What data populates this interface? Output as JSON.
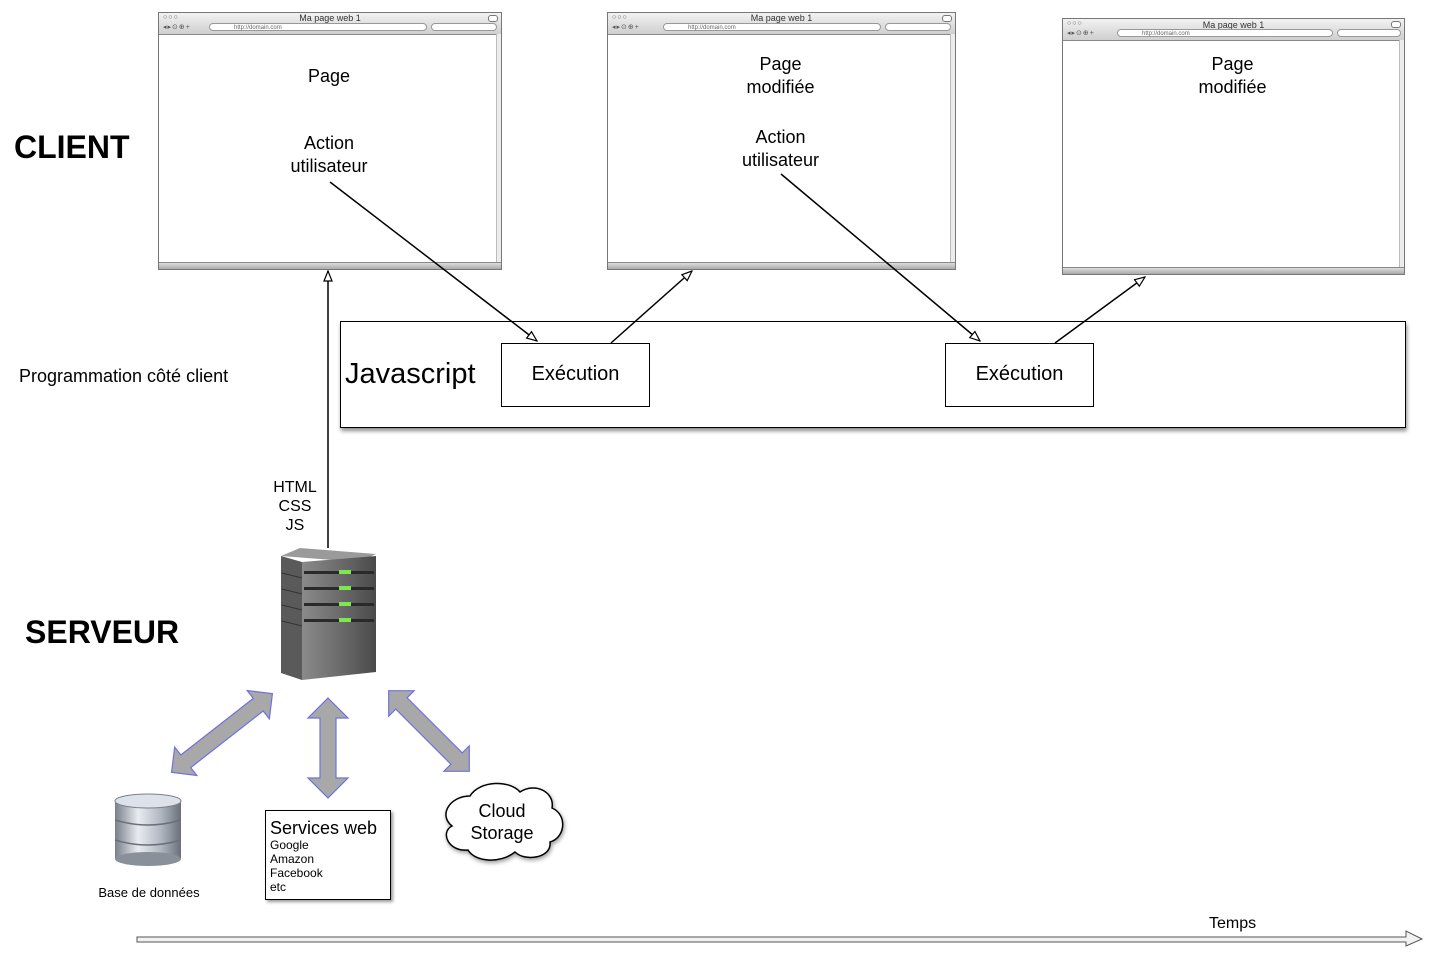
{
  "labels": {
    "client": "CLIENT",
    "server": "SERVEUR",
    "client_programming": "Programmation côté client",
    "transfer": [
      "HTML",
      "CSS",
      "JS"
    ],
    "time": "Temps"
  },
  "browsers": [
    {
      "window_title": "Ma page web 1",
      "url": "http://domain.com",
      "lines": [
        "Page",
        "",
        "",
        "Action",
        "utilisateur"
      ]
    },
    {
      "window_title": "Ma page web 1",
      "url": "http://domain.com",
      "lines": [
        "Page",
        "modifiée",
        "",
        "Action",
        "utilisateur"
      ]
    },
    {
      "window_title": "Ma page web 1",
      "url": "http://domain.com",
      "lines": [
        "Page",
        "modifiée"
      ]
    }
  ],
  "javascript": {
    "label": "Javascript",
    "executions": [
      "Exécution",
      "Exécution"
    ]
  },
  "resources": {
    "database": "Base de données",
    "web_services": {
      "title": "Services web",
      "items": [
        "Google",
        "Amazon",
        "Facebook",
        "etc"
      ]
    },
    "cloud": [
      "Cloud",
      "Storage"
    ]
  },
  "colors": {
    "double_arrow_fill": "#a8a8a8",
    "double_arrow_stroke": "#7070e0",
    "server_led": "#7ee84a"
  }
}
